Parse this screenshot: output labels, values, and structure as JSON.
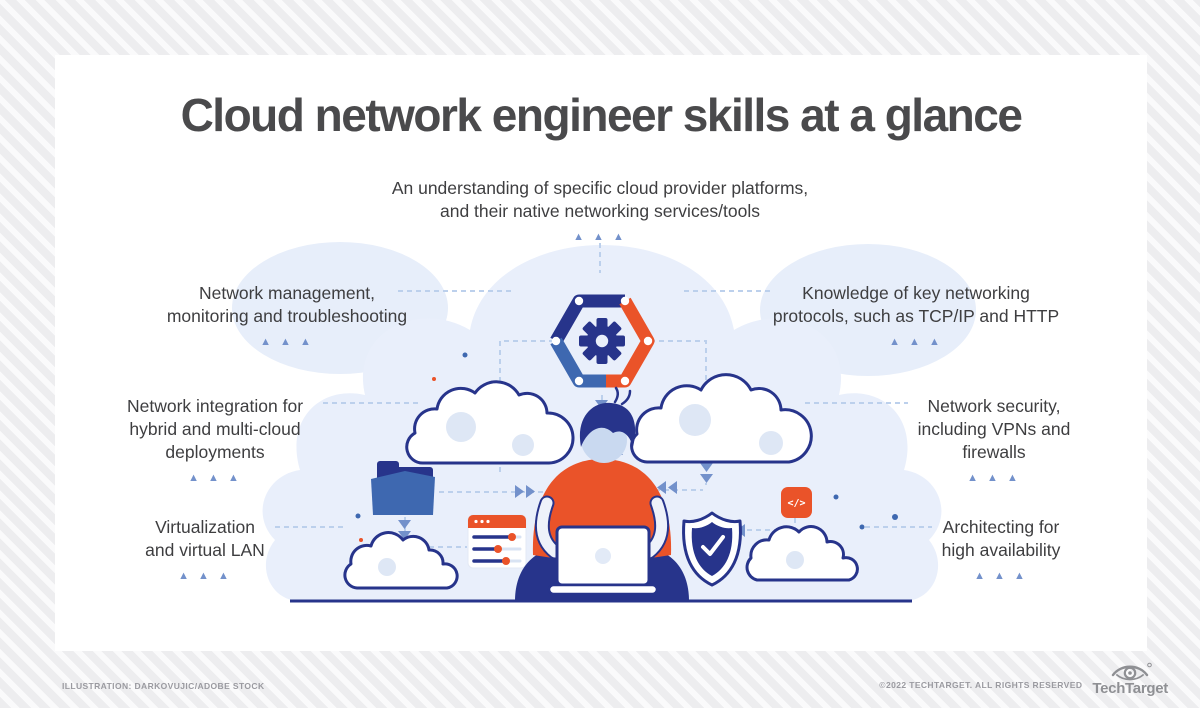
{
  "title": "Cloud network engineer skills at a glance",
  "skills": {
    "top": {
      "lines": [
        "An understanding of specific cloud provider platforms,",
        "and their native networking services/tools"
      ]
    },
    "left": [
      {
        "lines": [
          "Network management,",
          "monitoring and troubleshooting"
        ]
      },
      {
        "lines": [
          "Network integration for",
          "hybrid and multi-cloud",
          "deployments"
        ]
      },
      {
        "lines": [
          "Virtualization",
          "and virtual LAN"
        ]
      }
    ],
    "right": [
      {
        "lines": [
          "Knowledge of key networking",
          "protocols, such as TCP/IP and HTTP"
        ]
      },
      {
        "lines": [
          "Network security,",
          "including VPNs and",
          "firewalls"
        ]
      },
      {
        "lines": [
          "Architecting for",
          "high availability"
        ]
      }
    ]
  },
  "icons": {
    "triple_arrow": "▲ ▲ ▲",
    "code_glyph": "</>"
  },
  "footer": {
    "credit": "ILLUSTRATION: DARKOVUJIC/ADOBE STOCK",
    "rights": "©2022 TECHTARGET. ALL RIGHTS RESERVED",
    "brand": "TechTarget"
  },
  "colors": {
    "dark_blue": "#27348b",
    "medium_blue": "#3e68b0",
    "orange": "#ea5329",
    "steel_blue": "#7391cb",
    "dash_blue": "#bcd0ec",
    "light_blue_fill": "#e8effa",
    "text": "#3e3e40",
    "title": "#4a4a4c"
  }
}
